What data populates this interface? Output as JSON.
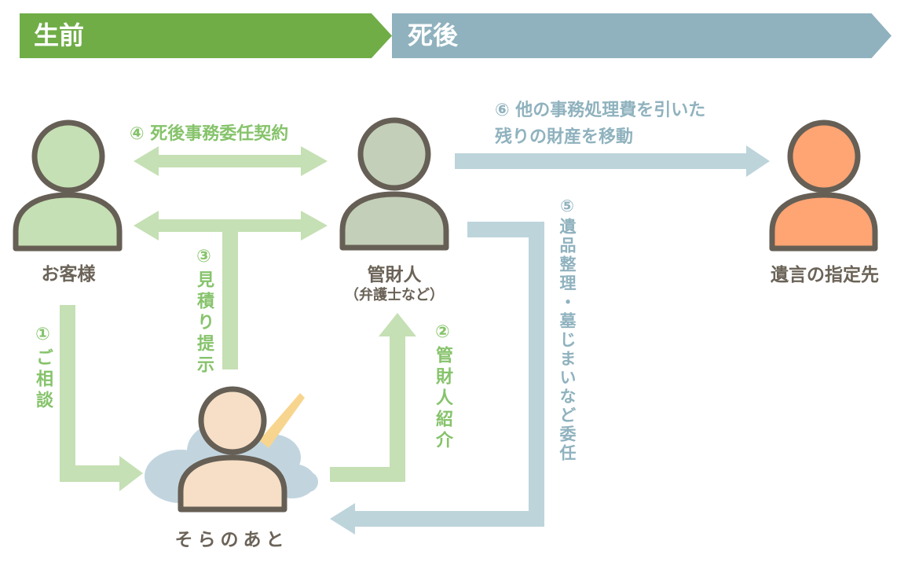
{
  "banner": {
    "before": "生前",
    "after": "死後"
  },
  "actors": {
    "customer": "お客様",
    "administrator": "管財人",
    "administrator_sub": "（弁護士など）",
    "heir": "遺言の指定先",
    "sora": "そらのあと"
  },
  "steps": {
    "s1": "①ご相談",
    "s2": "②管財人紹介",
    "s3": "③見積り提示",
    "s4": "④ 死後事務委任契約",
    "s5": "⑤遺品整理・墓じまいなど委任",
    "s6_line1": "⑥ 他の事務処理費を引いた",
    "s6_line2": "残りの財産を移動"
  },
  "colors": {
    "green_banner": "#70ad47",
    "blue_banner": "#8fb2be",
    "green_arrow": "#c5e0b4",
    "blue_arrow": "#bdd4db",
    "customer_fill": "#c5e0b4",
    "admin_fill": "#c3cfb8",
    "heir_fill": "#ffa473",
    "sora_fill": "#f6dfc6",
    "outline": "#665f55"
  }
}
